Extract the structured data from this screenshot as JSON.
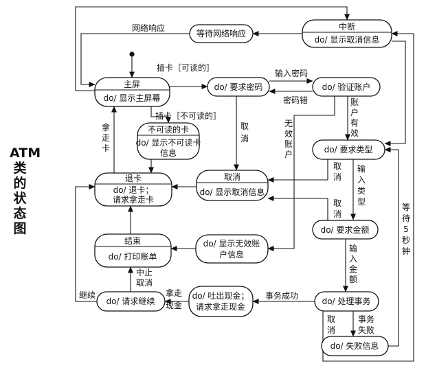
{
  "side_title": "ATM类的状态图",
  "states": {
    "interrupt": {
      "name": "中断",
      "action": "do/ 显示取消信息"
    },
    "wait_network": {
      "action": "等待网络响应"
    },
    "main_screen": {
      "name": "主屏",
      "action": "do/ 显示主屏幕"
    },
    "request_password": {
      "action": "do/ 要求密码"
    },
    "verify_account": {
      "action": "do/ 验证账户"
    },
    "unreadable_card": {
      "name": "不可读的卡",
      "action_lines": [
        "do/ 显示不可读卡",
        "信息"
      ]
    },
    "request_type": {
      "action": "do/ 要求类型"
    },
    "eject_card": {
      "name": "退卡",
      "action_lines": [
        "do/ 退卡；",
        "请求拿走卡"
      ]
    },
    "cancel": {
      "name": "取消",
      "action": "do/ 显示取消信息"
    },
    "request_amount": {
      "action": "do/ 要求金额"
    },
    "finish": {
      "name": "结束",
      "action": "do/ 打印账单"
    },
    "invalid_account": {
      "action_lines": [
        "do/ 显示无效账",
        "户信息"
      ]
    },
    "request_continue": {
      "action": "do/ 请求继续"
    },
    "dispense_cash": {
      "action_lines": [
        "do/ 吐出现金；",
        "请求拿走现金"
      ]
    },
    "process_transaction": {
      "action": "do/ 处理事务"
    },
    "fail_message": {
      "action": "do/ 失败信息"
    }
  },
  "labels": {
    "network_response": "网络响应",
    "card_readable": "插卡［可读的］",
    "input_password": "输入密码",
    "password_error": "密码错",
    "card_unreadable": "插卡［不可读的］",
    "take_card": "拿走卡",
    "cancel_1": "取消",
    "invalid_account": "无效账户",
    "account_valid": "账户有效",
    "cancel_2": "取消",
    "input_type": "输入类型",
    "cancel_3": "取消",
    "wait_5s": "等待5秒钟",
    "input_amount": "输入金额",
    "abort_cancel": "中止取消",
    "continue": "继续",
    "take_cash": "拿走现金",
    "transaction_success": "事务成功",
    "cancel_4": "取消",
    "transaction_fail": "事务失败"
  }
}
